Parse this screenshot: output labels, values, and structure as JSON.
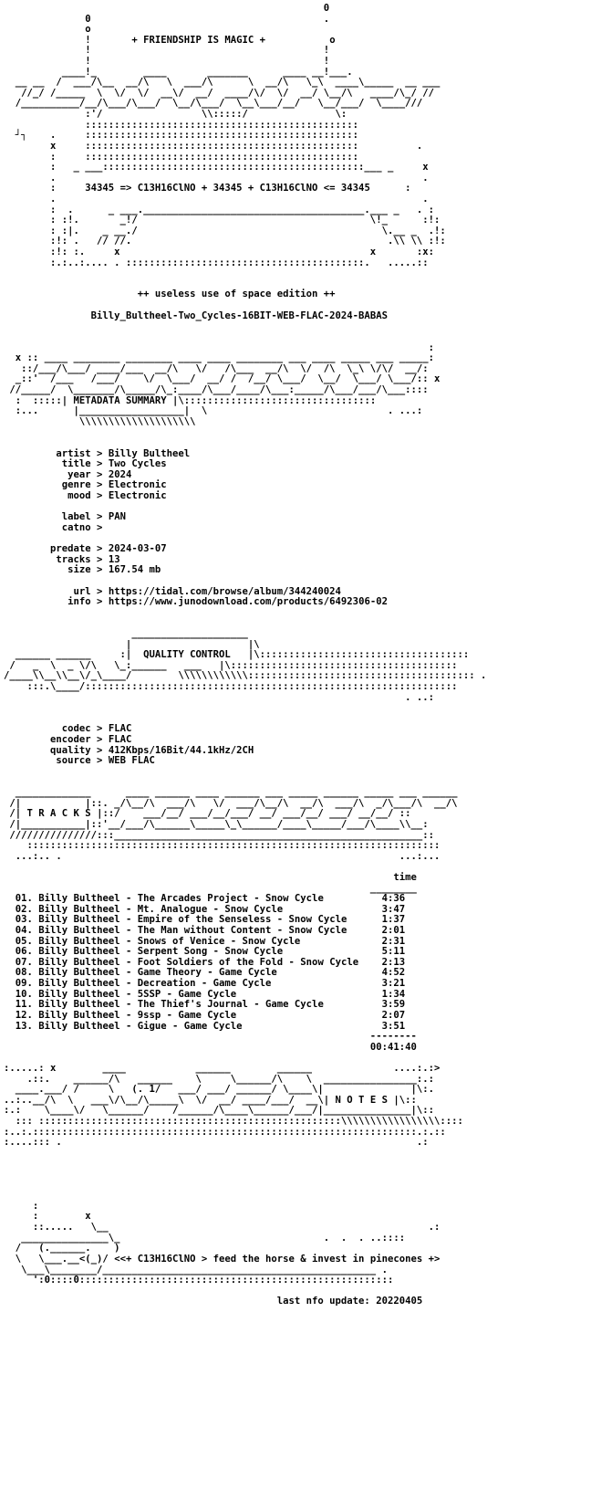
{
  "header": {
    "title": "+ FRIENDSHIP IS MAGIC +",
    "formula": "34345 => C13H16ClNO + 34345 + C13H16ClNO <= 34345"
  },
  "release": {
    "edition": "++ useless use of space edition ++",
    "name": "Billy_Bultheel-Two_Cycles-16BIT-WEB-FLAC-2024-BABAS"
  },
  "sections": {
    "metadata": "METADATA SUMMARY",
    "quality": "QUALITY CONTROL",
    "tracks": "T R A C K S",
    "notes": "N O T E S"
  },
  "metadata": [
    {
      "key": "artist",
      "value": "Billy Bultheel"
    },
    {
      "key": "title",
      "value": "Two Cycles"
    },
    {
      "key": "year",
      "value": "2024"
    },
    {
      "key": "genre",
      "value": "Electronic"
    },
    {
      "key": "mood",
      "value": "Electronic"
    },
    {
      "key": "label",
      "value": "PAN"
    },
    {
      "key": "catno",
      "value": ""
    },
    {
      "key": "predate",
      "value": "2024-03-07"
    },
    {
      "key": "tracks",
      "value": "13"
    },
    {
      "key": "size",
      "value": "167.54 mb"
    },
    {
      "key": "url",
      "value": "https://tidal.com/browse/album/344240024"
    },
    {
      "key": "info",
      "value": "https://www.junodownload.com/products/6492306-02"
    }
  ],
  "quality": [
    {
      "key": "codec",
      "value": "FLAC"
    },
    {
      "key": "encoder",
      "value": "FLAC"
    },
    {
      "key": "quality",
      "value": "412Kbps/16Bit/44.1kHz/2CH"
    },
    {
      "key": "source",
      "value": "WEB FLAC"
    }
  ],
  "tracklist": {
    "time_header": "time",
    "tracks": [
      {
        "num": "01.",
        "title": "Billy Bultheel - The Arcades Project - Snow Cycle",
        "time": "4:36"
      },
      {
        "num": "02.",
        "title": "Billy Bultheel - Mt. Analogue - Snow Cycle",
        "time": "3:47"
      },
      {
        "num": "03.",
        "title": "Billy Bultheel - Empire of the Senseless - Snow Cycle",
        "time": "1:37"
      },
      {
        "num": "04.",
        "title": "Billy Bultheel - The Man without Content - Snow Cycle",
        "time": "2:01"
      },
      {
        "num": "05.",
        "title": "Billy Bultheel - Snows of Venice - Snow Cycle",
        "time": "2:31"
      },
      {
        "num": "06.",
        "title": "Billy Bultheel - Serpent Song - Snow Cycle",
        "time": "5:11"
      },
      {
        "num": "07.",
        "title": "Billy Bultheel - Foot Soldiers of the Fold - Snow Cycle",
        "time": "2:13"
      },
      {
        "num": "08.",
        "title": "Billy Bultheel - Game Theory - Game Cycle",
        "time": "4:52"
      },
      {
        "num": "09.",
        "title": "Billy Bultheel - Decreation - Game Cycle",
        "time": "3:21"
      },
      {
        "num": "10.",
        "title": "Billy Bultheel - 5SSP - Game Cycle",
        "time": "1:34"
      },
      {
        "num": "11.",
        "title": "Billy Bultheel - The Thief's Journal - Game Cycle",
        "time": "3:59"
      },
      {
        "num": "12.",
        "title": "Billy Bultheel - 9ssp - Game Cycle",
        "time": "2:07"
      },
      {
        "num": "13.",
        "title": "Billy Bultheel - Gigue - Game Cycle",
        "time": "3:51"
      }
    ],
    "total": "00:41:40"
  },
  "footer": {
    "slogan": "<<+ C13H16ClNO > feed the horse & invest in pinecones +>",
    "update": "last nfo update: 20220405"
  }
}
